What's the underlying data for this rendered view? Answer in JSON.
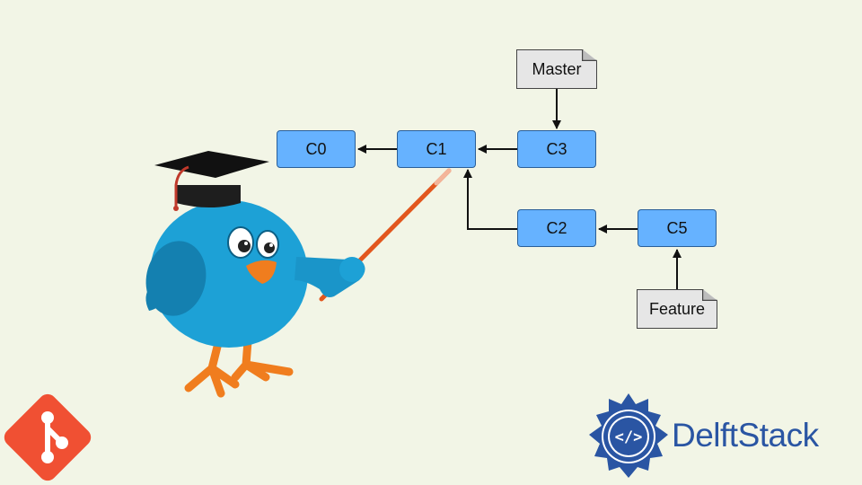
{
  "diagram": {
    "commits": {
      "c0": "C0",
      "c1": "C1",
      "c3": "C3",
      "c2": "C2",
      "c5": "C5"
    },
    "refs": {
      "master": "Master",
      "feature": "Feature"
    }
  },
  "branding": {
    "name": "DelftStack"
  },
  "colors": {
    "background": "#f2f5e6",
    "commit_fill": "#66b2ff",
    "note_fill": "#e6e6e6",
    "bird_blue": "#1da1d6",
    "git_red": "#f05033",
    "brand_blue": "#2a55a3"
  },
  "icons": [
    "bird-teacher-icon",
    "git-logo-icon",
    "delftstack-logo-icon"
  ]
}
